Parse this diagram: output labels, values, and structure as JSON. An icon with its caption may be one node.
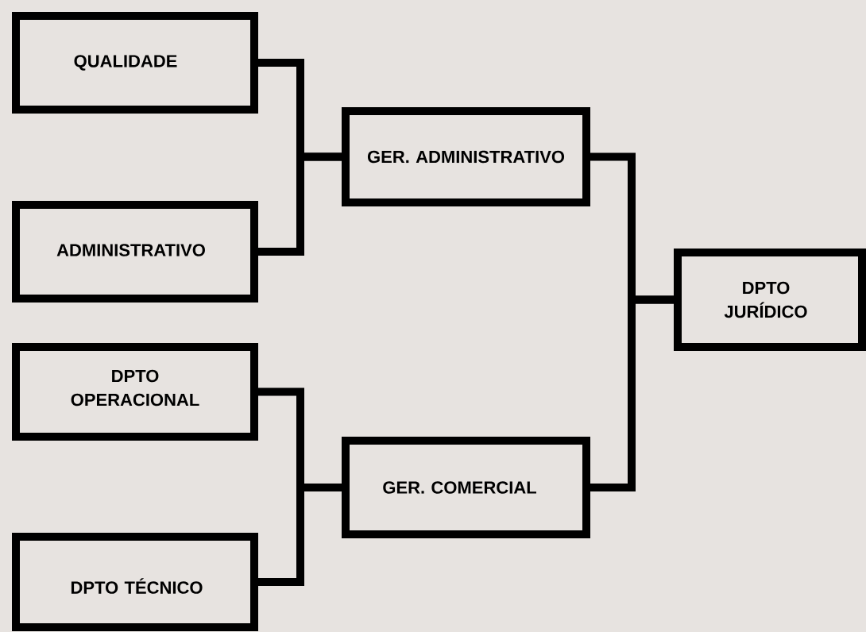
{
  "diagram": {
    "nodes": [
      {
        "text": [
          "QUALIDADE"
        ]
      },
      {
        "text": [
          "ADMINISTRATIVO"
        ]
      },
      {
        "text": [
          "GER. ADMINISTRATIVO"
        ]
      },
      {
        "text": [
          "DPTO OPERACIONAL"
        ]
      },
      {
        "text": [
          "GER. COMERCIAL"
        ]
      },
      {
        "text": [
          "DPTO TÉCNICO"
        ]
      },
      {
        "text": [
          "DPTO JURÍDICO"
        ]
      }
    ],
    "edges": [
      {
        "from": 0,
        "to": 2,
        "arrow": "none"
      },
      {
        "from": 1,
        "to": 2,
        "arrow": "none"
      },
      {
        "from": 3,
        "to": 4,
        "arrow": "none"
      },
      {
        "from": 5,
        "to": 4,
        "arrow": "none"
      },
      {
        "from": 2,
        "to": 6,
        "arrow": "none"
      },
      {
        "from": 4,
        "to": 6,
        "arrow": "none"
      }
    ]
  }
}
